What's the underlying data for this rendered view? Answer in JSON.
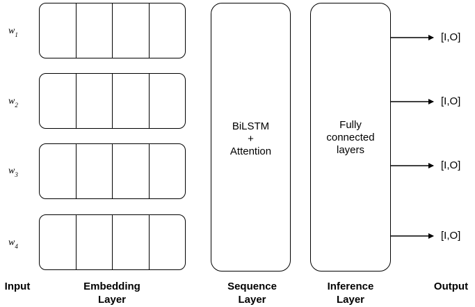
{
  "inputs": [
    {
      "base": "w",
      "sub": "1"
    },
    {
      "base": "w",
      "sub": "2"
    },
    {
      "base": "w",
      "sub": "3"
    },
    {
      "base": "w",
      "sub": "4"
    }
  ],
  "sequence_box": {
    "lines": [
      "BiLSTM",
      "+",
      "Attention"
    ]
  },
  "inference_box": {
    "lines": [
      "Fully",
      "connected",
      "layers"
    ]
  },
  "outputs": [
    "[I,O]",
    "[I,O]",
    "[I,O]",
    "[I,O]"
  ],
  "captions": {
    "input": [
      "Input"
    ],
    "embedding": [
      "Embedding",
      "Layer"
    ],
    "sequence": [
      "Sequence",
      "Layer"
    ],
    "inference": [
      "Inference",
      "Layer"
    ],
    "output": [
      "Output"
    ]
  }
}
